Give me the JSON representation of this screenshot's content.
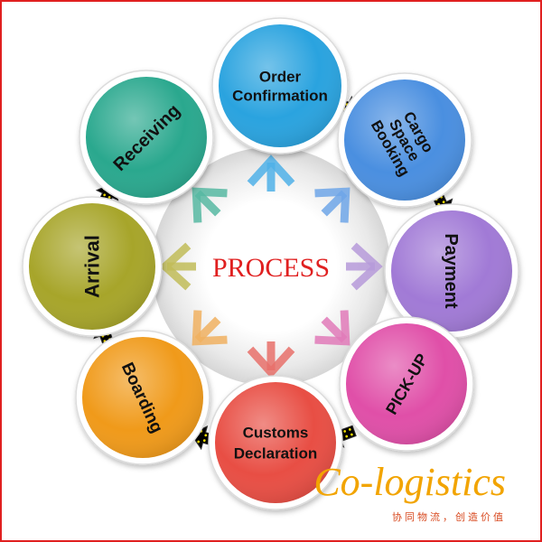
{
  "center_label": "PROCESS",
  "steps": [
    {
      "label": "Order\nConfirmation",
      "color": "#2aa3df"
    },
    {
      "label": "Cargo\nSpace\nBooking",
      "color": "#4a8fe0"
    },
    {
      "label": "Payment",
      "color": "#a17ad6"
    },
    {
      "label": "PICK-UP",
      "color": "#e04fa8"
    },
    {
      "label": "Customs\nDeclaration",
      "color": "#e84e44"
    },
    {
      "label": "Boarding",
      "color": "#f09a1a"
    },
    {
      "label": "Arrival",
      "color": "#a7a52a"
    },
    {
      "label": "Receiving",
      "color": "#2aa88e"
    }
  ],
  "brand": {
    "name": "Co-logistics",
    "slogan": "协同物流，创造价值",
    "color": "#f2a400"
  },
  "colors": {
    "center_text": "#e02020",
    "frame": "#e02020",
    "arrow_fill": "#000000",
    "arrow_lights": "#f5e000"
  },
  "icons": [
    "step-connector-arrow-icon",
    "radial-arrow-icon"
  ]
}
